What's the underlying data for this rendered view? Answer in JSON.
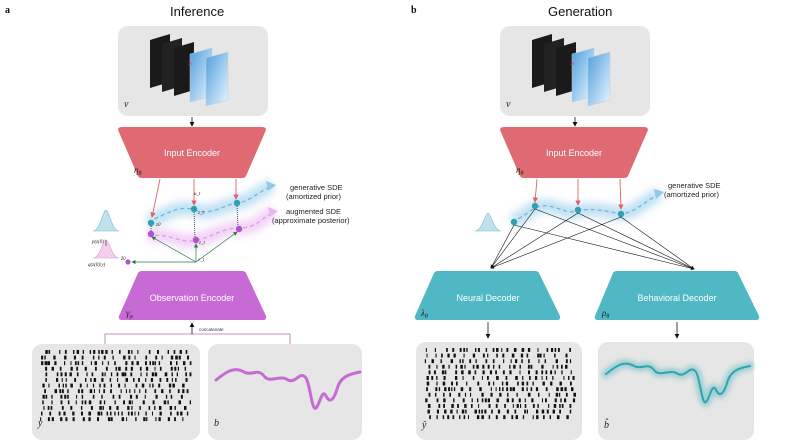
{
  "panels": {
    "a": {
      "label": "a",
      "title": "Inference",
      "stimulus_symbol": "v",
      "input_encoder_label": "Input Encoder",
      "input_encoder_symbol": "η",
      "input_encoder_symbol_sub": "θ",
      "obs_encoder_label": "Observation Encoder",
      "obs_encoder_symbol": "γ",
      "obs_encoder_symbol_sub": "φ",
      "sde_top_label_1": "generative SDE",
      "sde_top_label_2": "(amortized prior)",
      "sde_bottom_label_1": "augmented SDE",
      "sde_bottom_label_2": "(approximate posterior)",
      "concat_label": "concatenate",
      "spikes_symbol": "y",
      "behavior_symbol": "b",
      "p_dist_label": "p(z(0))",
      "q_dist_label": "q(z(0)|y)",
      "node_labels": [
        "z0",
        "u_t",
        "z_t",
        "z_t",
        "c_t",
        "z̃0"
      ]
    },
    "b": {
      "label": "b",
      "title": "Generation",
      "stimulus_symbol": "v",
      "input_encoder_label": "Input Encoder",
      "input_encoder_symbol": "η",
      "input_encoder_symbol_sub": "θ",
      "sde_label_1": "generative SDE",
      "sde_label_2": "(amortized prior)",
      "neural_decoder_label": "Neural Decoder",
      "neural_decoder_symbol": "λ",
      "neural_decoder_symbol_sub": "θ",
      "behavioral_decoder_label": "Behavioral Decoder",
      "behavioral_decoder_symbol": "ρ",
      "behavioral_decoder_symbol_sub": "θ",
      "spikes_symbol": "ŷ",
      "behavior_symbol": "b̂"
    }
  },
  "colors": {
    "input_encoder": "#e06a73",
    "obs_encoder": "#c86ad6",
    "decoder": "#4fb8c4",
    "latent_blue": "#8fc9e8",
    "latent_pink": "#e7b7ef",
    "node_teal": "#2f9fb2",
    "node_purple": "#b351d0",
    "panel_bg": "#e6e6e6",
    "behavior_purple": "#c86ad6",
    "behavior_teal": "#2aa6b3"
  }
}
